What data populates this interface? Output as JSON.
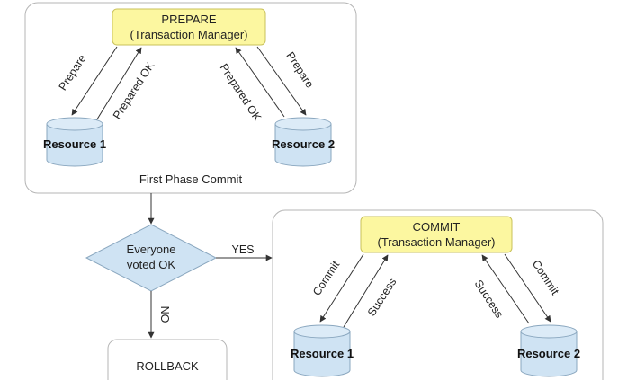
{
  "first_phase": {
    "manager": {
      "line1": "PREPARE",
      "line2": "(Transaction Manager)"
    },
    "resource1": "Resource 1",
    "resource2": "Resource 2",
    "edges": {
      "prepare_left": "Prepare",
      "prepared_ok_left": "Prepared OK",
      "prepared_ok_right": "Prepared OK",
      "prepare_right": "Prepare"
    },
    "caption": "First Phase Commit"
  },
  "decision": {
    "line1": "Everyone",
    "line2": "voted OK",
    "yes": "YES",
    "no": "NO"
  },
  "rollback": "ROLLBACK",
  "second_phase": {
    "manager": {
      "line1": "COMMIT",
      "line2": "(Transaction Manager)"
    },
    "resource1": "Resource 1",
    "resource2": "Resource 2",
    "edges": {
      "commit_left": "Commit",
      "success_left": "Success",
      "success_right": "Success",
      "commit_right": "Commit"
    }
  },
  "colors": {
    "manager_fill": "#fcf7a0",
    "manager_stroke": "#c9c15a",
    "cylinder_fill": "#cfe3f3",
    "cylinder_stroke": "#8aa7bf",
    "diamond_fill": "#cfe3f3",
    "panel_stroke": "#b5b5b5",
    "line": "#333333"
  }
}
